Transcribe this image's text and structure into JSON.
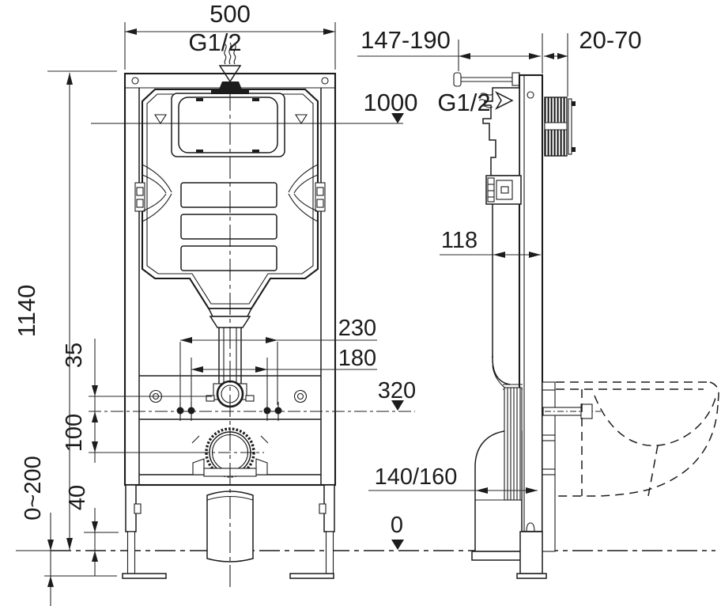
{
  "title": "Concealed WC installation frame technical drawing",
  "front_view": {
    "dims": {
      "width_top": "500",
      "inlet_label": "G1/2",
      "height": "1140",
      "bolt_spacing_outer": "230",
      "bolt_spacing_inner": "180",
      "flush_to_bolt": "35",
      "bolt_to_drain": "100",
      "bolt_height_marker": "320",
      "leg_adjust_range": "0~200",
      "leg_overlap": "40"
    },
    "markers": {
      "water_level_marker": "open-down-triangle",
      "inlet_flow_marker": "wavy-flow-arrow"
    }
  },
  "side_view": {
    "dims": {
      "frame_depth_range": "147-190",
      "wall_thickness_range": "20-70",
      "actuation_height": "1000",
      "inlet_label": "G1/2",
      "cistern_depth": "118",
      "drain_setout": "140/160",
      "floor_level": "0"
    },
    "markers": {
      "level_marker": "filled-down-triangle"
    }
  },
  "colors": {
    "line": "#1c1c1c",
    "background": "#ffffff"
  }
}
